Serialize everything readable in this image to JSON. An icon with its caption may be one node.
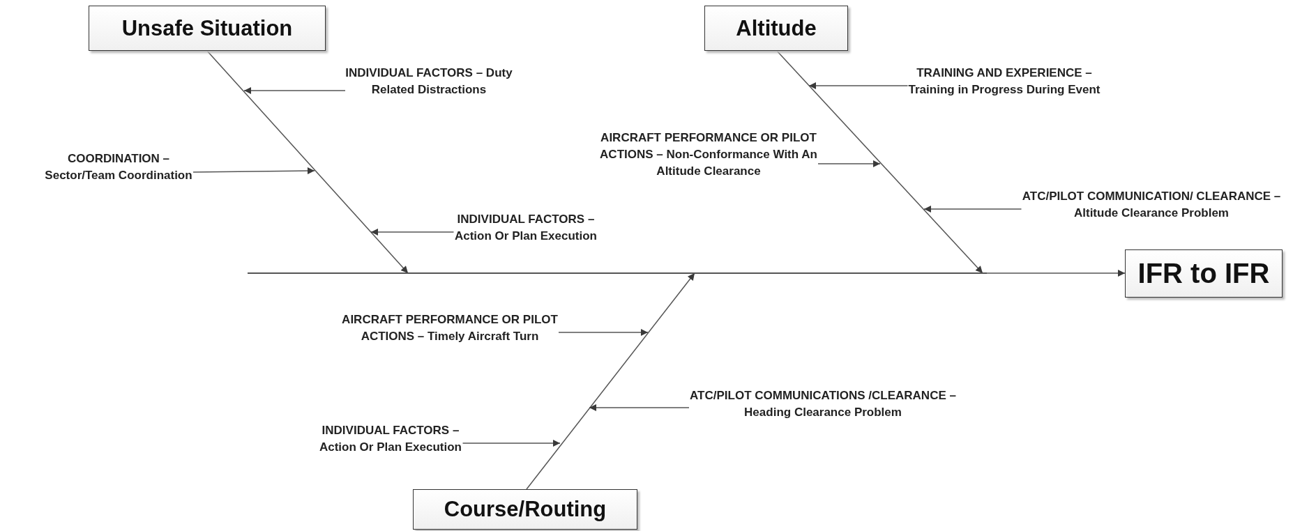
{
  "diagram": {
    "nodes": [
      {
        "text": [
          "Unsafe Situation"
        ]
      },
      {
        "text": [
          "Altitude"
        ]
      },
      {
        "text": [
          "TRAINING AND EXPERIENCE – Training in Progress During Event"
        ]
      },
      {
        "text": [
          "INDIVIDUAL FACTORS – Duty Related Distractions"
        ]
      },
      {
        "text": [
          "AIRCRAFT PERFORMANCE OR PILOT ACTIONS – Non-Conformance With An Altitude Clearance"
        ]
      },
      {
        "text": [
          "COORDINATION – Sector/Team Coordination"
        ]
      },
      {
        "text": [
          "ATC/PILOT COMMUNICATION/ CLEARANCE – Altitude Clearance Problem"
        ]
      },
      {
        "text": [
          "INDIVIDUAL FACTORS – Action Or Plan Execution"
        ]
      },
      {
        "text": [
          "IFR to IFR"
        ]
      },
      {
        "text": [
          "AIRCRAFT PERFORMANCE OR PILOT ACTIONS – Timely Aircraft Turn"
        ]
      },
      {
        "text": [
          "ATC/PILOT COMMUNICATIONS /CLEARANCE – Heading Clearance Problem"
        ]
      },
      {
        "text": [
          "INDIVIDUAL FACTORS – Action Or Plan Execution"
        ]
      },
      {
        "text": [
          "Course/Routing"
        ]
      },
      {
        "text": [],
        "shape": "bar"
      }
    ],
    "edges": [
      {
        "from": 13,
        "to": 8,
        "arrow": "to"
      },
      {
        "from": 0,
        "to": 13,
        "arrow": "to"
      },
      {
        "from": 1,
        "to": 13,
        "arrow": "to"
      },
      {
        "from": 12,
        "to": 13,
        "arrow": "to"
      },
      {
        "from": 2,
        "to": null,
        "arrow": "to"
      },
      {
        "from": 3,
        "to": null,
        "arrow": "to"
      },
      {
        "from": 4,
        "to": null,
        "arrow": "to"
      },
      {
        "from": 5,
        "to": null,
        "arrow": "to"
      },
      {
        "from": 6,
        "to": null,
        "arrow": "to"
      },
      {
        "from": 7,
        "to": null,
        "arrow": "to"
      },
      {
        "from": 9,
        "to": null,
        "arrow": "to"
      },
      {
        "from": 10,
        "to": null,
        "arrow": "to"
      },
      {
        "from": 11,
        "to": null,
        "arrow": "to"
      }
    ]
  }
}
